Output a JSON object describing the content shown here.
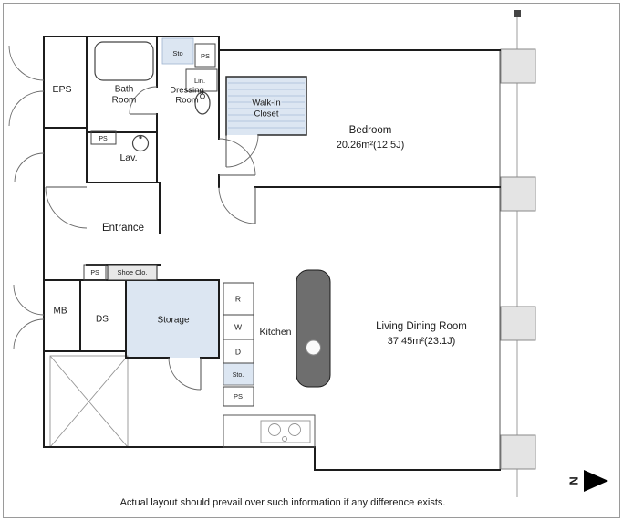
{
  "page": {
    "disclaimer": "Actual layout should prevail over such information if any difference exists."
  },
  "colors": {
    "wall": "#1c1c1c",
    "shaded_fill": "#dce6f2",
    "shaded_stroke": "#9fb4d0",
    "hatch": "#b4c5de",
    "pillar_fill": "#e4e4e4",
    "pillar_stroke": "#8a8a8a",
    "island_fill": "#6e6e6e",
    "label_box_fill": "#e8e8e8"
  },
  "rooms": {
    "eps": "EPS",
    "bath": [
      "Bath",
      "Room"
    ],
    "dressing": [
      "Dressing",
      "Room"
    ],
    "walkin": [
      "Walk-in",
      "Closet"
    ],
    "bedroom": {
      "name": "Bedroom",
      "area": "20.26m²(12.5J)"
    },
    "lav": "Lav.",
    "entrance": "Entrance",
    "mb": "MB",
    "ds": "DS",
    "storage": "Storage",
    "kitchen": "Kitchen",
    "ldr": {
      "name": "Living Dining Room",
      "area": "37.45m²(23.1J)"
    }
  },
  "small_labels": {
    "sto_top": "Sto",
    "ps_top": "PS",
    "lin": "Lin.",
    "ps_lav": "PS",
    "ps_entrance": "PS",
    "shoe_closet": "Shoe Clo.",
    "fridge": "R",
    "washer": "W",
    "dryer": "D",
    "sto_kitchen": "Sto.",
    "ps_kitchen": "PS"
  },
  "compass": {
    "letter": "N"
  }
}
